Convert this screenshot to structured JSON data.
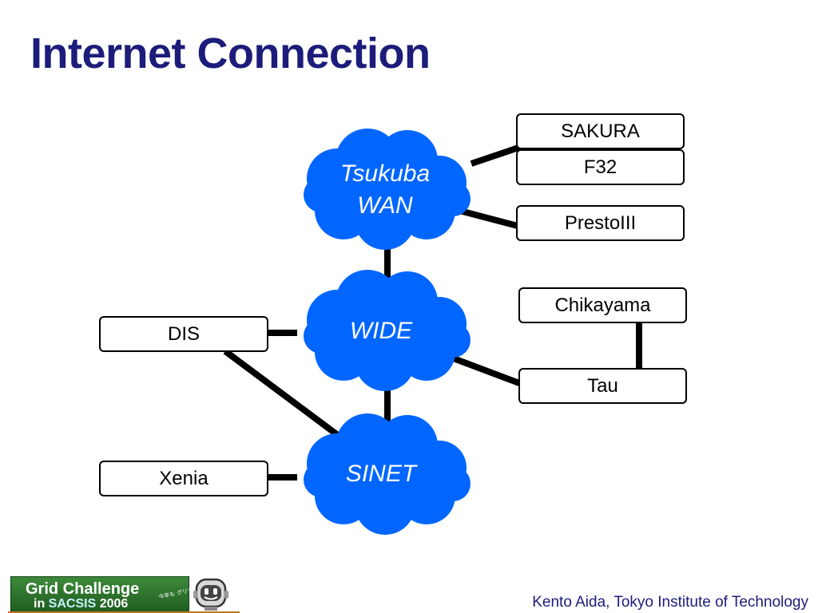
{
  "slide": {
    "title": "Internet Connection",
    "footer": "Kento Aida, Tokyo Institute of Technology"
  },
  "clouds": {
    "tsukuba_line1": "Tsukuba",
    "tsukuba_line2": "WAN",
    "wide": "WIDE",
    "sinet": "SINET"
  },
  "nodes": {
    "sakura": "SAKURA",
    "f32": "F32",
    "presto": "PrestoIII",
    "chikayama": "Chikayama",
    "tau": "Tau",
    "dis": "DIS",
    "xenia": "Xenia"
  },
  "logo": {
    "line1": "Grid Challenge",
    "line2_prefix": "in ",
    "line2_brand": "SACSIS",
    "line2_year": " 2006",
    "japanese": "今年も グリチャレ!"
  },
  "colors": {
    "title": "#1c1c7a",
    "cloud_fill": "#0066ff",
    "link": "#000000"
  }
}
